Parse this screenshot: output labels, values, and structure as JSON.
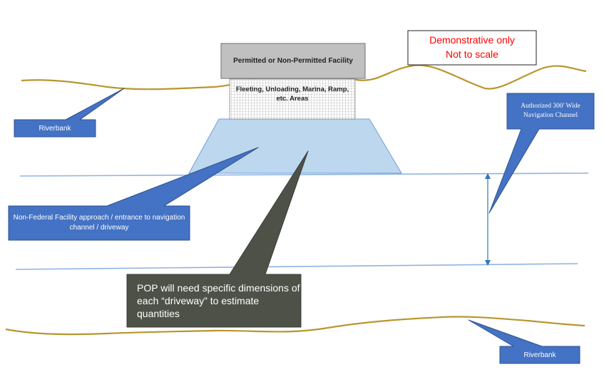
{
  "note": {
    "line1": "Demonstrative only",
    "line2": "Not to  scale"
  },
  "facility": {
    "label": "Permitted or Non-Permitted Facility"
  },
  "fleeting": {
    "label": "Fleeting, Unloading, Marina, Ramp, etc. Areas"
  },
  "riverbank_top": {
    "label": "Riverbank"
  },
  "riverbank_bottom": {
    "label": "Riverbank"
  },
  "navigation_channel": {
    "label": "Authorized  300' Wide Navigation Channel"
  },
  "approach": {
    "label": "Non-Federal Facility approach / entrance to navigation channel / driveway"
  },
  "pop_note": {
    "label": "POP will need specific dimensions of each “driveway” to estimate quantities"
  },
  "colors": {
    "riverbank_line": "#b8962e",
    "channel_line": "#8fb4e3",
    "callout_blue": "#4472c4",
    "callout_dark": "#4d5148",
    "trapezoid_fill": "#bdd7ee",
    "facility_fill": "#c0c0c0",
    "note_text": "#ff0000"
  }
}
